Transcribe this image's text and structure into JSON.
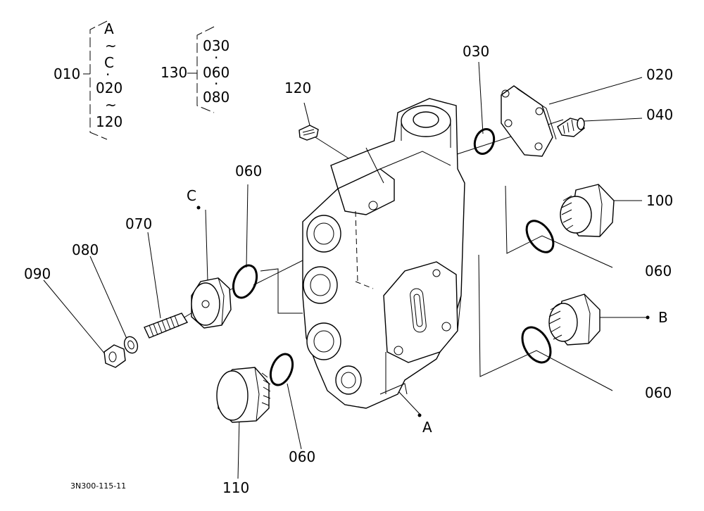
{
  "bracket_010": {
    "key": "010",
    "items": [
      "A",
      "~",
      "C",
      "·",
      "020",
      "~",
      "120"
    ]
  },
  "bracket_130": {
    "key": "130",
    "items": [
      "030",
      "·",
      "060",
      "·",
      "080"
    ]
  },
  "callouts": {
    "p120": "120",
    "p030": "030",
    "p020": "020",
    "p040": "040",
    "p100": "100",
    "p060_right_top": "060",
    "B": "B",
    "p060_right_bottom": "060",
    "p060_left": "060",
    "C": "C",
    "p070": "070",
    "p080": "080",
    "p090": "090",
    "A": "A",
    "p060_bottom": "060",
    "p110": "110"
  },
  "figure_code": "3N300-115-11"
}
